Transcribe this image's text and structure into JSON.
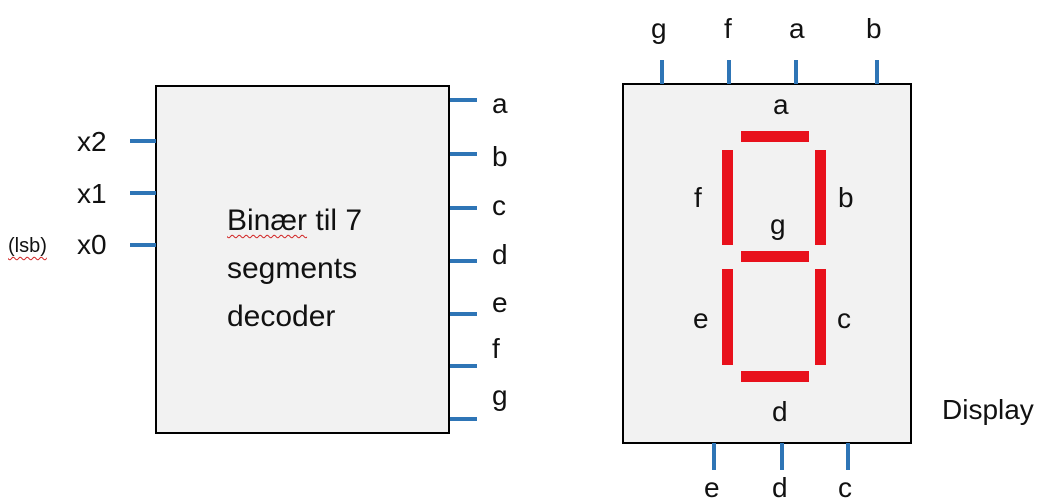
{
  "decoder": {
    "title_line1_a": "Binær",
    "title_line1_b": " til 7",
    "title_line2": "segments",
    "title_line3": "decoder",
    "inputs": [
      "x2",
      "x1",
      "x0"
    ],
    "lsb_note": "(lsb)",
    "outputs": [
      "a",
      "b",
      "c",
      "d",
      "e",
      "f",
      "g"
    ]
  },
  "display": {
    "label": "Display",
    "top_pins": [
      "g",
      "f",
      "a",
      "b"
    ],
    "bottom_pins": [
      "e",
      "d",
      "c"
    ],
    "segment_labels": {
      "a": "a",
      "b": "b",
      "c": "c",
      "d": "d",
      "e": "e",
      "f": "f",
      "g": "g"
    }
  },
  "colors": {
    "wire": "#2e75b6",
    "segment": "#e8111c",
    "box_fill": "#f2f2f2"
  }
}
